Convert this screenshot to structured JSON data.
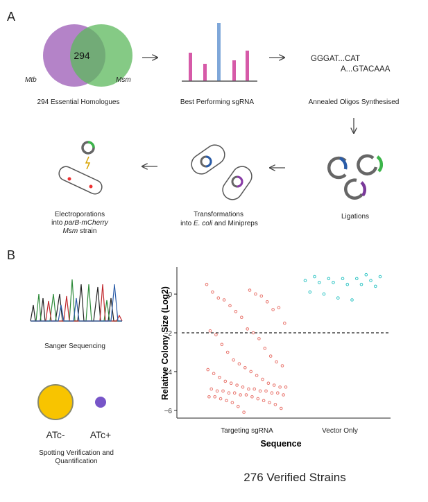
{
  "panel_a": {
    "letter": "A",
    "venn": {
      "left": "Mtb",
      "center": "294",
      "right": "Msm",
      "caption": "294 Essential Homologues"
    },
    "sgrna_caption": "Best Performing sgRNA",
    "oligo_top": "GGGAT...CAT",
    "oligo_bottom": "A...GTACAAA",
    "oligo_caption": "Annealed Oligos Synthesised",
    "ligation_caption": "Ligations",
    "transform_line1": "Transformations",
    "transform_line2_pre": "into ",
    "transform_line2_ital": "E. coli",
    "transform_line2_post": " and Minipreps",
    "electro_line1": "Electroporations",
    "electro_line2_pre": "into ",
    "electro_line2_ital": "parB-mCherry",
    "electro_line3_ital": "Msm",
    "electro_line3_post": " strain"
  },
  "panel_b": {
    "letter": "B",
    "sanger_caption": "Sanger Sequencing",
    "atc_minus": "ATc-",
    "atc_plus": "ATc+",
    "spotting_line1": "Spotting Verification and",
    "spotting_line2": "Quantification",
    "footer": "276 Verified Strains"
  },
  "colors": {
    "purple": "#9b59b6",
    "green": "#5cb85c",
    "pink": "#d65aa8",
    "blue": "#7fa7d9",
    "coral": "#e8736b",
    "teal": "#2ec4c4",
    "yellow": "#f8c400",
    "violet": "#7755c8"
  },
  "chart_data": {
    "type": "scatter",
    "xlabel": "Sequence",
    "ylabel": "Relative Colony Size (Log2)",
    "categories": [
      "Targeting sgRNA",
      "Vector Only"
    ],
    "ylim": [
      -6.4,
      1.4
    ],
    "yticks": [
      0,
      -2,
      -4,
      -6
    ],
    "threshold": -2,
    "series": [
      {
        "category": "Targeting sgRNA",
        "color": "#e8736b",
        "values": [
          0.5,
          0.2,
          0.1,
          0.0,
          -0.2,
          -0.1,
          -0.3,
          -0.4,
          -0.6,
          -0.8,
          -0.9,
          -0.7,
          -1.2,
          -1.5,
          -1.8,
          -1.9,
          -2.0,
          -2.1,
          -2.3,
          -2.6,
          -2.8,
          -3.0,
          -3.2,
          -3.4,
          -3.5,
          -3.6,
          -3.7,
          -3.8,
          -3.9,
          -4.0,
          -4.1,
          -4.2,
          -4.3,
          -4.4,
          -4.5,
          -4.6,
          -4.6,
          -4.7,
          -4.7,
          -4.8,
          -4.8,
          -4.8,
          -4.9,
          -4.9,
          -4.9,
          -5.0,
          -5.0,
          -5.0,
          -5.0,
          -5.1,
          -5.1,
          -5.1,
          -5.1,
          -5.2,
          -5.2,
          -5.2,
          -5.3,
          -5.3,
          -5.3,
          -5.4,
          -5.4,
          -5.5,
          -5.5,
          -5.6,
          -5.6,
          -5.7,
          -5.8,
          -5.9,
          -6.1
        ]
      },
      {
        "category": "Vector Only",
        "color": "#2ec4c4",
        "values": [
          1.0,
          0.9,
          0.9,
          0.8,
          0.8,
          0.8,
          0.7,
          0.7,
          0.6,
          0.6,
          0.5,
          0.5,
          0.4,
          0.1,
          0.0,
          -0.2,
          -0.3
        ]
      }
    ]
  }
}
